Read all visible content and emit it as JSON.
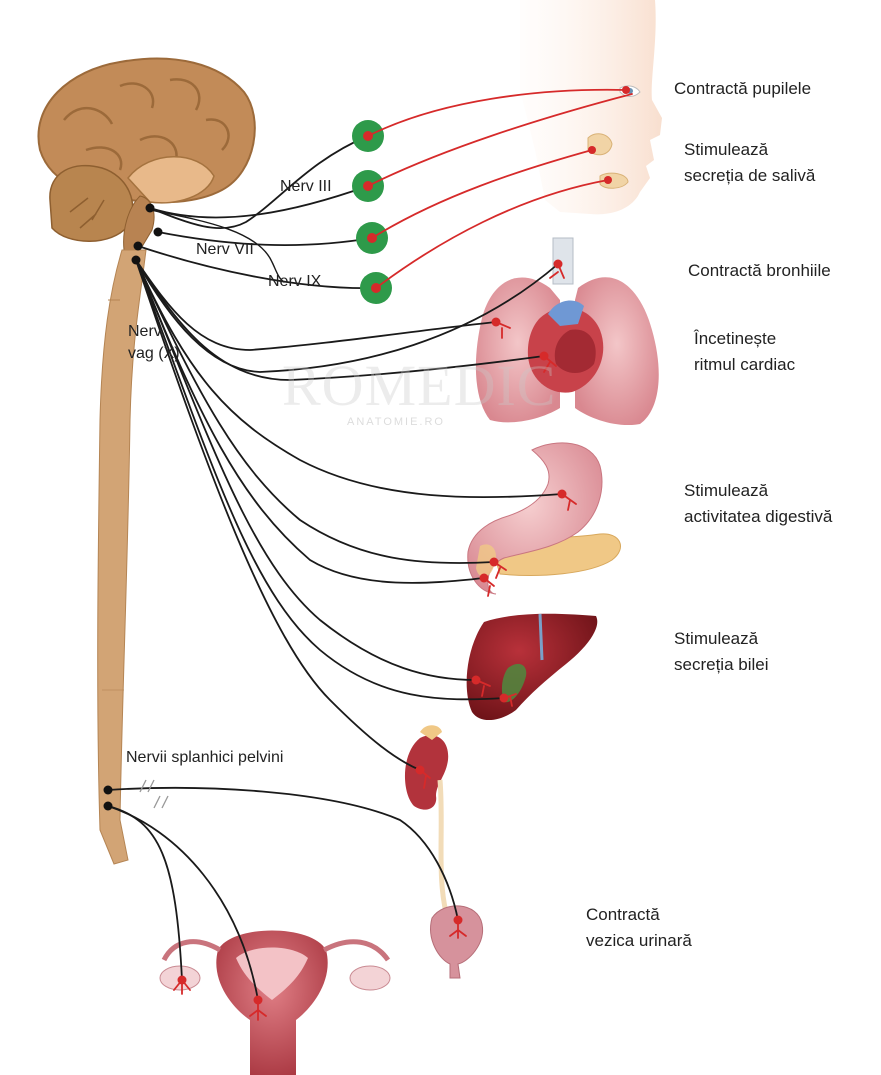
{
  "watermark": {
    "text": "ROMEDIC",
    "subtext": "ANATOMIE.RO"
  },
  "nerves": {
    "n3": "Nerv III",
    "n7": "Nerv VII",
    "n9": "Nerv IX",
    "vagus_line1": "Nerv",
    "vagus_line2": "vag (X)",
    "pelvic": "Nervii splanhici pelvini"
  },
  "effects": {
    "pupils": "Contractă pupilele",
    "saliva_line1": "Stimulează",
    "saliva_line2": "secreția de salivă",
    "bronchi": "Contractă bronhiile",
    "heart_line1": "Încetinește",
    "heart_line2": "ritmul cardiac",
    "digest_line1": "Stimulează",
    "digest_line2": "activitatea digestivă",
    "bile_line1": "Stimulează",
    "bile_line2": "secreția bilei",
    "bladder_line1": "Contractă",
    "bladder_line2": "vezica urinară"
  },
  "colors": {
    "preganglionic": "#1a1a1a",
    "postganglionic": "#d62a2a",
    "ganglion": "#2e9a4a",
    "spinal_cord": "#c89a64",
    "brain": "#b88352"
  }
}
